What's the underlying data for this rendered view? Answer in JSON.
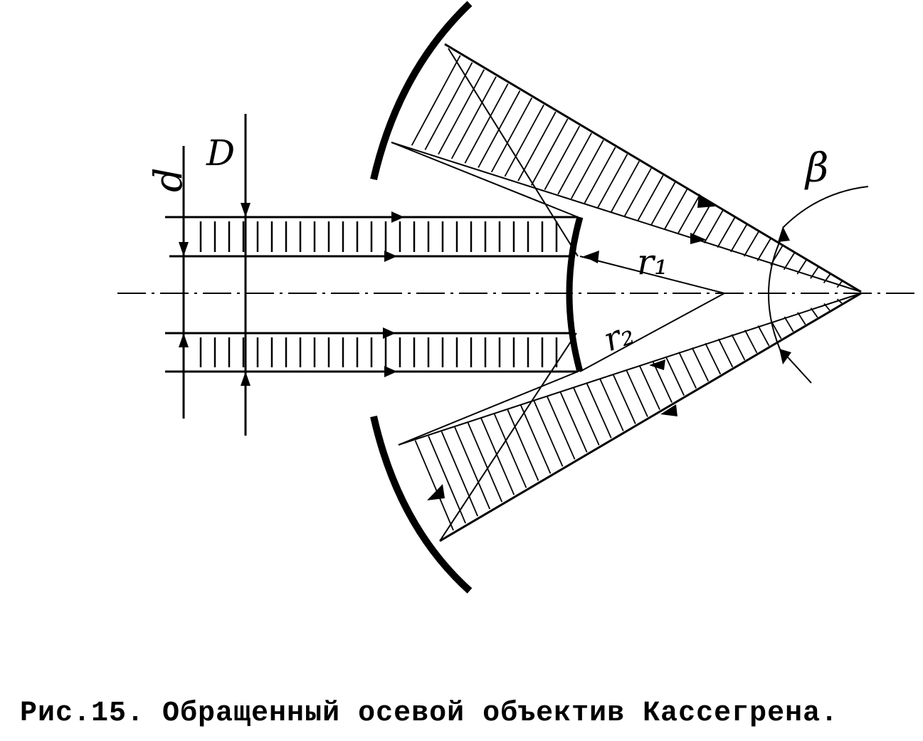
{
  "figure": {
    "labels": {
      "d": "d",
      "D": "D",
      "r1": "r₁",
      "r2": "r₂",
      "beta": "β"
    }
  },
  "caption": "Рис.15. Обращенный осевой объектив Кассегрена."
}
